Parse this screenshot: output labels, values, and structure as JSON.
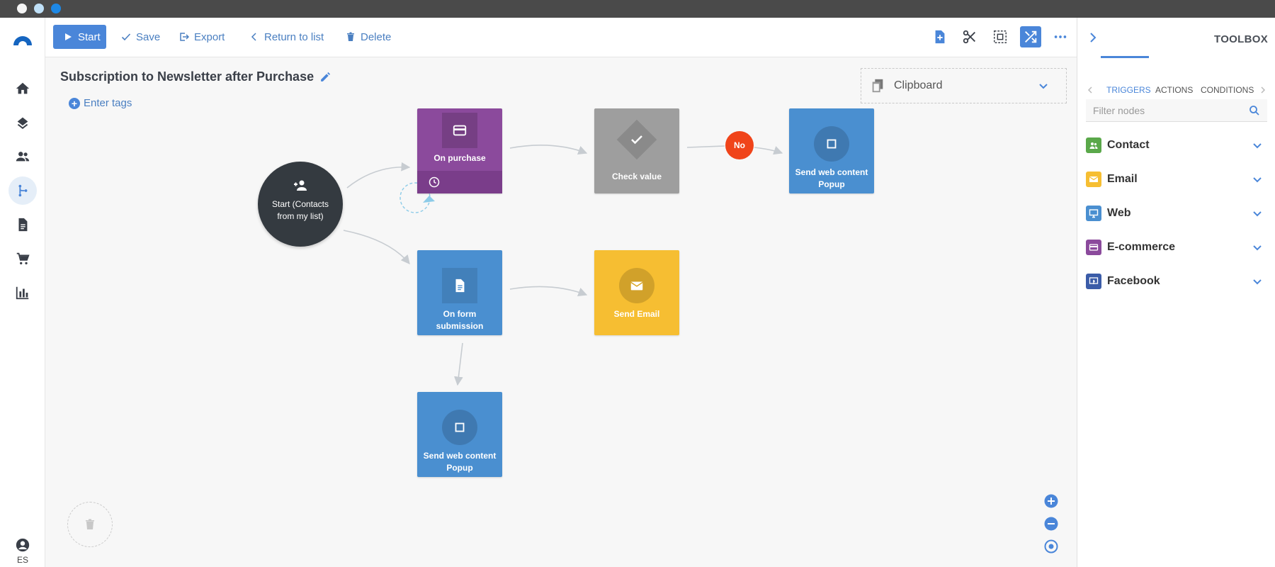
{
  "toolbar": {
    "start_label": "Start",
    "save_label": "Save",
    "export_label": "Export",
    "return_label": "Return to list",
    "delete_label": "Delete"
  },
  "workflow": {
    "title": "Subscription to Newsletter after Purchase",
    "tags_label": "Enter tags",
    "clipboard_label": "Clipboard"
  },
  "nodes": {
    "start": {
      "label": "Start (Contacts from my list)",
      "icon": "user-add-icon",
      "color": "#343a40"
    },
    "on_purchase": {
      "label": "On purchase",
      "icon": "credit-card-icon",
      "color": "#8b4a9c"
    },
    "check_value": {
      "label": "Check value",
      "icon": "check-icon",
      "color": "#9e9e9e"
    },
    "no_branch": {
      "label": "No",
      "color": "#f0441a"
    },
    "popup_top": {
      "label": "Send web content Popup",
      "icon": "square-icon",
      "color": "#4a8fd0"
    },
    "on_form": {
      "label": "On form submission",
      "icon": "document-icon",
      "color": "#4a8fd0"
    },
    "send_email": {
      "label": "Send Email",
      "icon": "envelope-icon",
      "color": "#f6be32"
    },
    "popup_bottom": {
      "label": "Send web content Popup",
      "icon": "square-icon",
      "color": "#4a8fd0"
    }
  },
  "toolbox": {
    "title": "TOOLBOX",
    "tabs": [
      "TRIGGERS",
      "ACTIONS",
      "CONDITIONS"
    ],
    "active_tab": "TRIGGERS",
    "filter_placeholder": "Filter nodes",
    "categories": [
      {
        "label": "Contact",
        "color": "#5aa84a"
      },
      {
        "label": "Email",
        "color": "#f6be32"
      },
      {
        "label": "Web",
        "color": "#4a8fd0"
      },
      {
        "label": "E-commerce",
        "color": "#8b4a9c"
      },
      {
        "label": "Facebook",
        "color": "#3b5ca8"
      }
    ]
  },
  "nav": {
    "language": "ES"
  },
  "colors": {
    "accent": "#4a86d9"
  }
}
